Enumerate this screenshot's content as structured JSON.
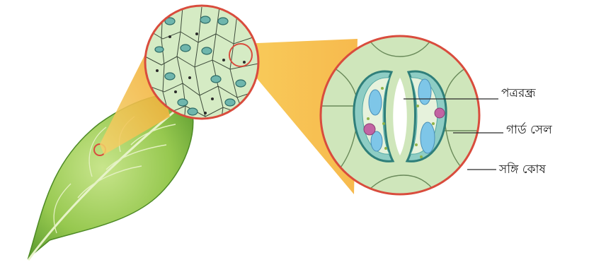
{
  "labels": {
    "stoma": "পত্ররন্ধ্র",
    "guard_cell": "গার্ড সেল",
    "subsidiary_cell": "সঙ্গি কোষ"
  },
  "colors": {
    "leaf_light": "#b7d77a",
    "leaf_dark": "#5f9a32",
    "zoom_beam": "#f5c04a",
    "circle_border": "#d94c3d",
    "epidermis": "#cfe6bb",
    "guard_cell": "#4fa7a2",
    "chloroplast": "#7ec6e8",
    "nucleus": "#c264a3"
  }
}
